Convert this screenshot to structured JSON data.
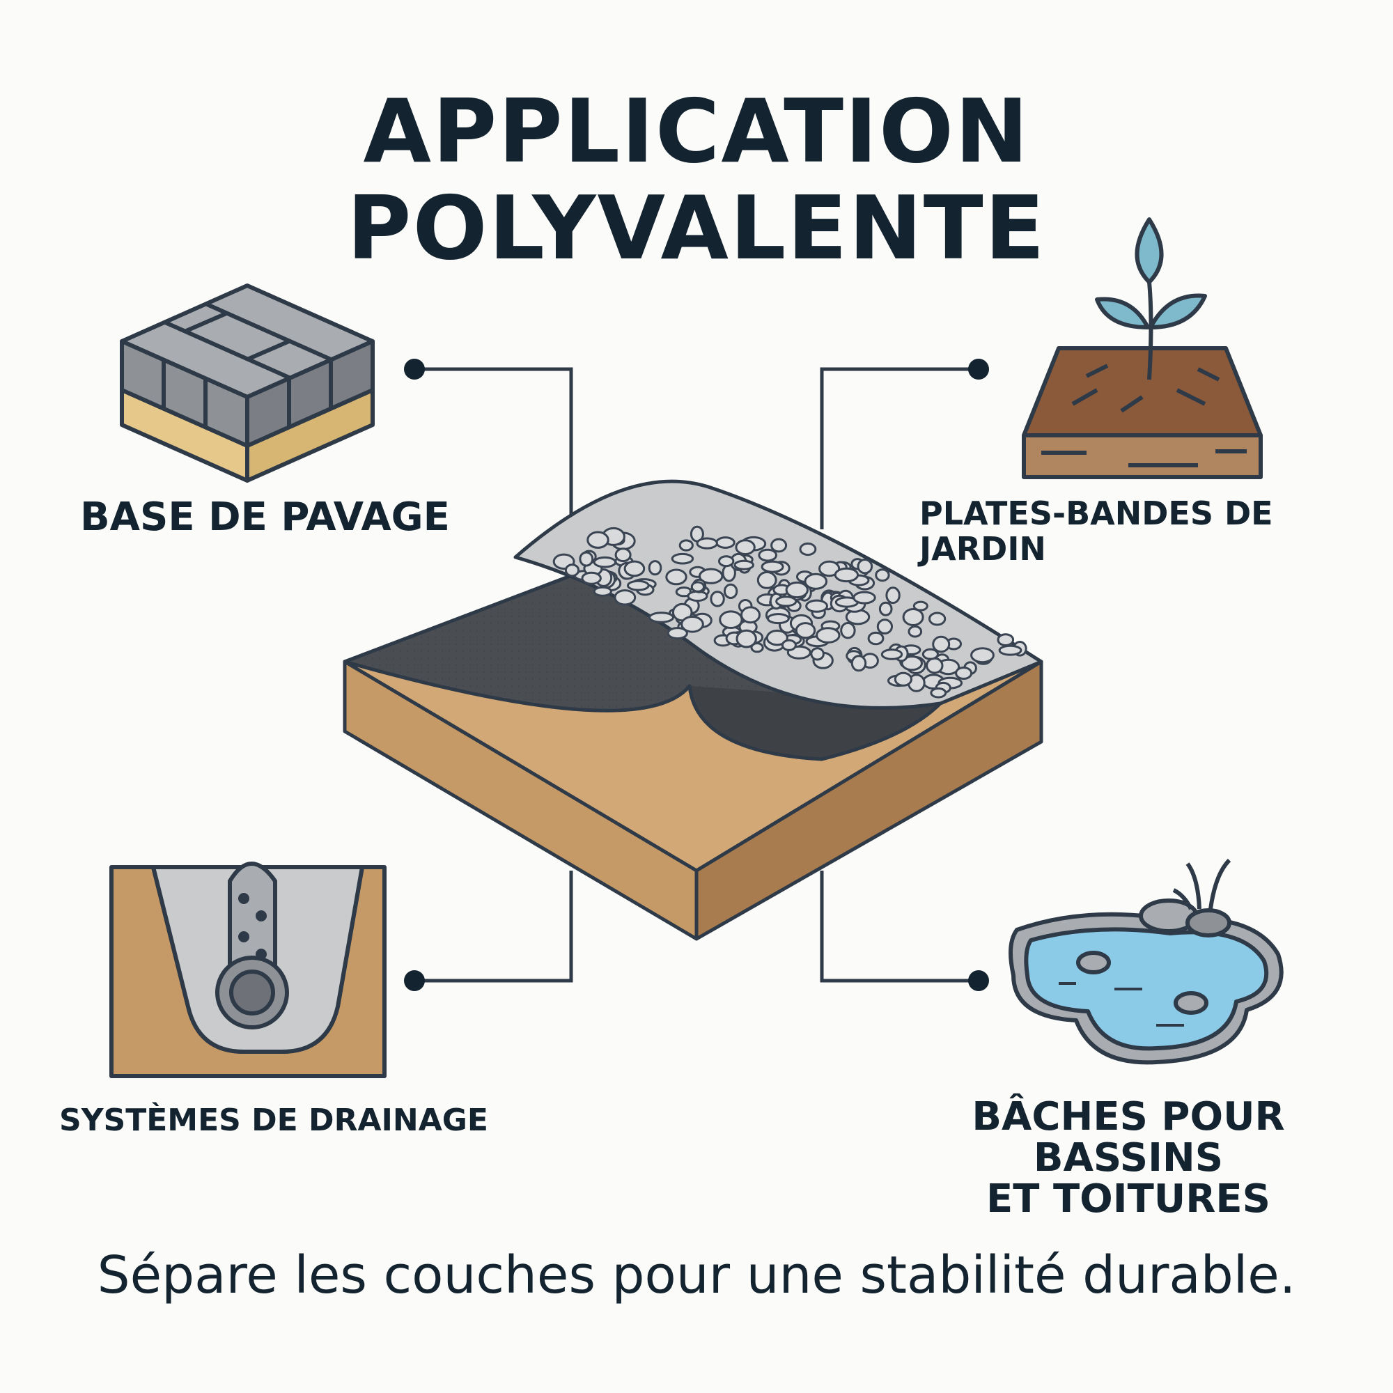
{
  "title": "APPLICATION POLYVALENTE",
  "applications": [
    {
      "id": "paving",
      "label": "BASE DE PAVAGE",
      "icon": "paving-stones-icon"
    },
    {
      "id": "garden",
      "label": "PLATES-BANDES DE JARDIN",
      "icon": "garden-bed-icon"
    },
    {
      "id": "drain",
      "label": "SYSTÈMES DE DRAINAGE",
      "icon": "drainage-pipe-icon"
    },
    {
      "id": "pond",
      "label_lines": [
        "BÂCHES POUR BASSINS",
        "ET TOITURES"
      ],
      "icon": "pond-liner-icon"
    }
  ],
  "center_icon": "geotextile-cross-section-icon",
  "tagline": "Sépare les couches pour une stabilité durable.",
  "colors": {
    "text": "#13232f",
    "outline": "#2e3a48",
    "soil": "#c69a66",
    "soil_dark": "#a87c4f",
    "fabric": "#4a4d52",
    "gravel": "#c9cbcc",
    "sand": "#e6c98a",
    "water": "#8ccbe8",
    "leaf": "#7fb9cc"
  }
}
